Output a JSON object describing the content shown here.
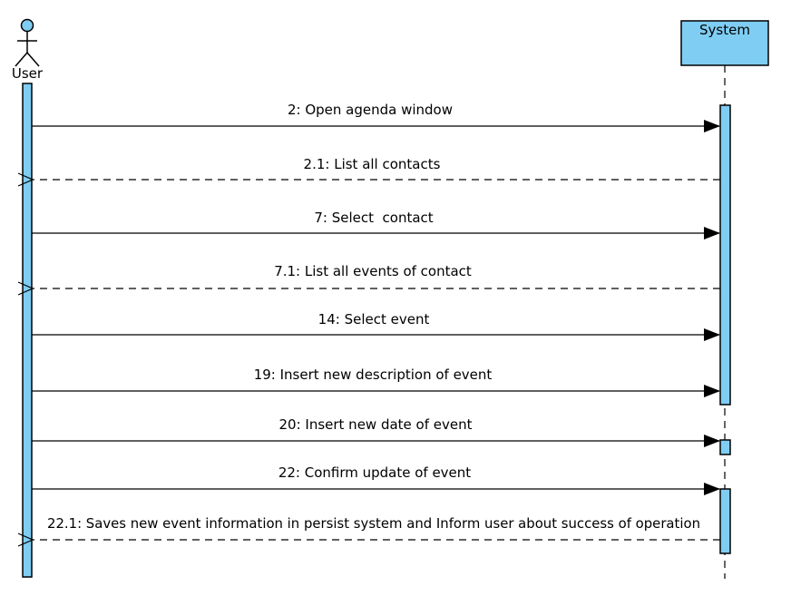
{
  "actor": {
    "name": "User"
  },
  "system": {
    "name": "System"
  },
  "colors": {
    "fill": "#7fcdf3",
    "stroke": "#000000",
    "background": "#ffffff"
  },
  "messages": [
    {
      "label": "2: Open agenda window",
      "kind": "sync",
      "direction": "to-system"
    },
    {
      "label": "2.1: List all contacts",
      "kind": "return",
      "direction": "to-user"
    },
    {
      "label": "7: Select  contact",
      "kind": "sync",
      "direction": "to-system"
    },
    {
      "label": "7.1: List all events of contact",
      "kind": "return",
      "direction": "to-user"
    },
    {
      "label": "14: Select event",
      "kind": "sync",
      "direction": "to-system"
    },
    {
      "label": "19: Insert new description of event",
      "kind": "sync",
      "direction": "to-system"
    },
    {
      "label": "20: Insert new date of event",
      "kind": "sync",
      "direction": "to-system"
    },
    {
      "label": "22: Confirm update of event",
      "kind": "sync",
      "direction": "to-system"
    },
    {
      "label": "22.1: Saves new event information in persist system and Inform user about success of operation",
      "kind": "return",
      "direction": "to-user"
    }
  ]
}
